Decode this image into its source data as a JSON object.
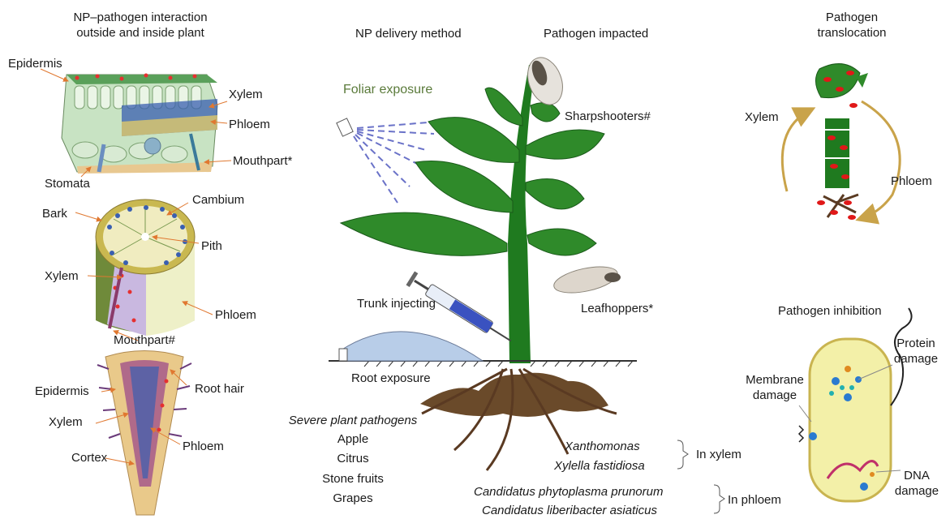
{
  "headings": {
    "col1_line1": "NP–pathogen interaction",
    "col1_line2": "outside and inside plant",
    "delivery": "NP delivery method",
    "impacted": "Pathogen impacted",
    "transloc_line1": "Pathogen",
    "transloc_line2": "translocation",
    "inhibition": "Pathogen inhibition"
  },
  "leaf_section": {
    "epidermis": "Epidermis",
    "xylem": "Xylem",
    "phloem": "Phloem",
    "mouthpart": "Mouthpart*",
    "stomata": "Stomata"
  },
  "stem_section": {
    "cambium": "Cambium",
    "bark": "Bark",
    "pith": "Pith",
    "xylem": "Xylem",
    "phloem": "Phloem",
    "mouthpart": "Mouthpart#"
  },
  "root_section": {
    "epidermis": "Epidermis",
    "root_hair": "Root hair",
    "xylem": "Xylem",
    "phloem": "Phloem",
    "cortex": "Cortex"
  },
  "delivery": {
    "foliar": "Foliar exposure",
    "trunk": "Trunk injecting",
    "root": "Root exposure"
  },
  "insects": {
    "sharpshooters": "Sharpshooters#",
    "leafhoppers": "Leafhoppers*"
  },
  "crops": {
    "title": "Severe plant pathogens",
    "items": [
      "Apple",
      "Citrus",
      "Stone fruits",
      "Grapes"
    ]
  },
  "pathogens": {
    "xylem_1": "Xanthomonas",
    "xylem_2": "Xylella fastidiosa",
    "xylem_tag": "In xylem",
    "phloem_1": "Candidatus phytoplasma prunorum",
    "phloem_2": "Candidatus liberibacter asiaticus",
    "phloem_tag": "In phloem"
  },
  "translocation": {
    "xylem": "Xylem",
    "phloem": "Phloem"
  },
  "inhibition": {
    "protein_line1": "Protein",
    "protein_line2": "damage",
    "membrane_line1": "Membrane",
    "membrane_line2": "damage",
    "dna_line1": "DNA",
    "dna_line2": "damage"
  },
  "colors": {
    "leaf": "#2f8a2a",
    "stem": "#1f7a1f",
    "root": "#5a3a22",
    "pathogen": "#e01818",
    "arrow_gold": "#c9a34a",
    "bacterium": "#f3f0a8"
  }
}
